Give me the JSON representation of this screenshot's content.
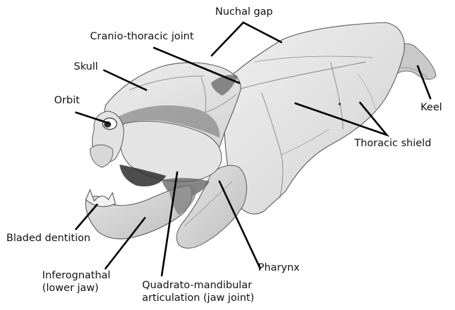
{
  "diagram": {
    "labels": {
      "nuchal_gap": "Nuchal gap",
      "cranio_thoracic_joint": "Cranio-thoracic joint",
      "skull": "Skull",
      "orbit": "Orbit",
      "keel": "Keel",
      "thoracic_shield": "Thoracic shield",
      "bladed_dentition": "Bladed dentition",
      "inferognathal_line1": "Inferognathal",
      "inferognathal_line2": "(lower jaw)",
      "quadrato_line1": "Quadrato-mandibular",
      "quadrato_line2": "articulation (jaw joint)",
      "pharynx": "Pharynx"
    },
    "colors": {
      "bone_light": "#e9e9e9",
      "bone_mid": "#d9d9d9",
      "bone_dark": "#b9b9b9",
      "shadow": "#8a8a8a",
      "outline": "#5a5a5a",
      "leader": "#000000"
    }
  }
}
